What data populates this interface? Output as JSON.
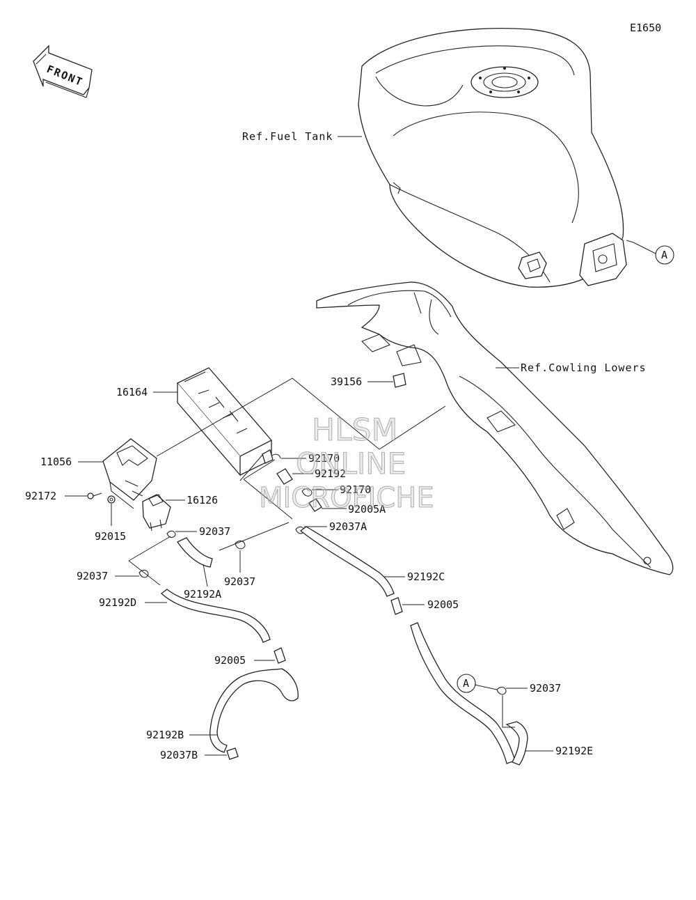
{
  "diagram_code": "E1650",
  "front_arrow_label": "FRONT",
  "references": {
    "fuel_tank": "Ref.Fuel Tank",
    "cowling_lowers": "Ref.Cowling Lowers"
  },
  "callout_marker": "A",
  "part_labels": {
    "p39156": "39156",
    "p16164": "16164",
    "p11056": "11056",
    "p92172": "92172",
    "p92015": "92015",
    "p16126": "16126",
    "p92170_top": "92170",
    "p92192": "92192",
    "p92170": "92170",
    "p92005A": "92005A",
    "p92037A": "92037A",
    "p92037_a": "92037",
    "p92037_b": "92037",
    "p92037_c": "92037",
    "p92037_d": "92037",
    "p92192A": "92192A",
    "p92192C": "92192C",
    "p92192D": "92192D",
    "p92005_right": "92005",
    "p92005_left": "92005",
    "p92192B": "92192B",
    "p92037B": "92037B",
    "p92192E": "92192E"
  },
  "watermark": {
    "line1": "HLSM",
    "line2": "ONLINE",
    "line3": "MICROFICHE"
  }
}
